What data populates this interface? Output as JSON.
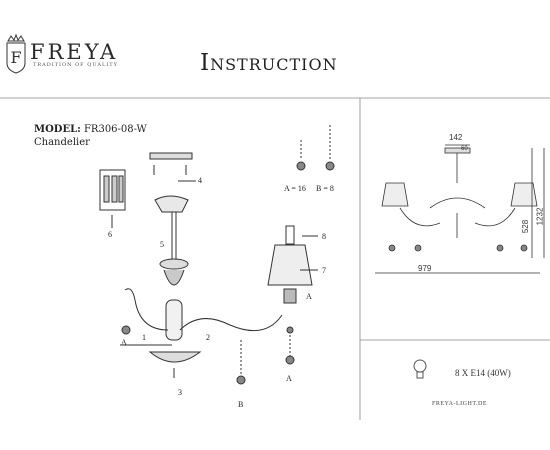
{
  "header": {
    "brand_name": "FREYA",
    "brand_tagline": "TRADITION OF QUALITY",
    "doc_title": "Instruction"
  },
  "product": {
    "model_label": "MODEL:",
    "model_code": "FR306-08-W",
    "type": "Chandelier"
  },
  "callouts": {
    "n1": "1",
    "n2": "2",
    "n3": "3",
    "n4": "4",
    "n5": "5",
    "n6": "6",
    "n7": "7",
    "n8": "8",
    "a_left": "A",
    "a_shade": "A",
    "a_right": "A",
    "b_bottom": "B"
  },
  "parts": {
    "a_count": "A = 16",
    "b_count": "B = 8"
  },
  "dimensions": {
    "top_width": "142",
    "rod": "60",
    "body_height": "528",
    "total_height": "1232",
    "total_width": "979"
  },
  "spec": {
    "lamp": "8 X E14 (40W)",
    "website": "FREYA-LIGHT.DE"
  },
  "colors": {
    "line": "#333333",
    "frame": "#888888"
  }
}
